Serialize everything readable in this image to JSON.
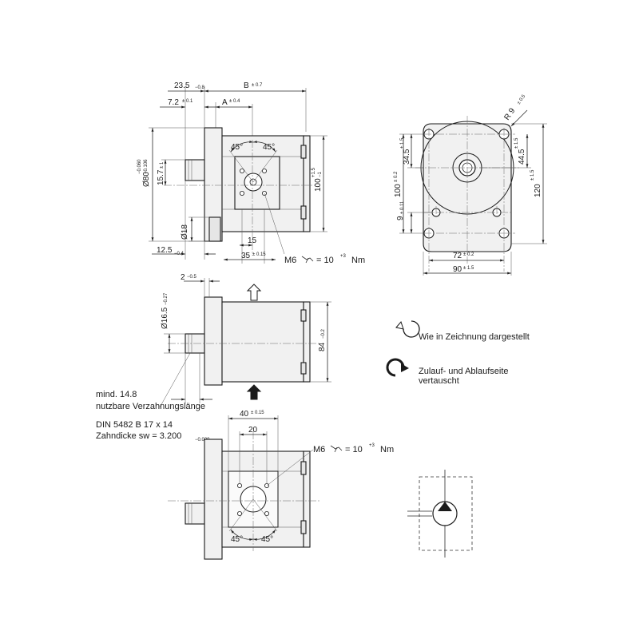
{
  "top_view": {
    "dim_23_5": "23.5",
    "dim_23_5_tol": "−0.8",
    "dim_b": "B",
    "dim_b_tol": "± 0.7",
    "dim_7_2": "7.2",
    "dim_7_2_tol": "± 0.1",
    "dim_a": "A",
    "dim_a_tol": "± 0.4",
    "angle_left": "45°",
    "angle_right": "45°",
    "dim_80": "Ø80",
    "dim_80_tol_hi": "−0.060",
    "dim_80_tol_lo": "−0.106",
    "dim_15_7": "15.7",
    "dim_15_7_tol": "± 1",
    "dim_100": "100",
    "dim_100_tol_hi": "+1.5",
    "dim_100_tol_lo": "−1",
    "dim_18": "Ø18",
    "dim_12_5": "12.5",
    "dim_12_5_tol": "−0.4",
    "dim_15": "15",
    "dim_35": "35",
    "dim_35_tol": "± 0.15",
    "m6": "M6",
    "torque": "= 10",
    "torque_tol": "+3",
    "torque_unit": "Nm"
  },
  "front_view": {
    "dim_r9": "R 9",
    "dim_r9_tol": "± 0.5",
    "dim_34_5": "34.5",
    "dim_34_5_tol": "± 1.5",
    "dim_44_5": "44.5",
    "dim_44_5_tol": "± 1.5",
    "dim_100": "100",
    "dim_100_tol": "± 0.2",
    "dim_120": "120",
    "dim_120_tol": "± 1.5",
    "dim_9": "9",
    "dim_9_tol": "± 0.11",
    "dim_72": "72",
    "dim_72_tol": "± 0.2",
    "dim_90": "90",
    "dim_90_tol": "± 1.5"
  },
  "side_view": {
    "dim_2": "2",
    "dim_2_tol": "−0.5",
    "dim_16_5": "Ø16.5",
    "dim_16_5_tol": "−0.27",
    "dim_84": "84",
    "dim_84_tol": "−0.2",
    "note_line1": "mind. 14.8",
    "note_line2": "nutzbare Verzahnungslänge",
    "note_line3": "DIN 5482  B 17 x 14",
    "note_line4": "Zahndicke sw = 3.200",
    "note_line4_tol": "−0.030"
  },
  "legend": {
    "ccw": "Wie in Zeichnung dargestellt",
    "cw_line1": "Zulauf- und Ablaufseite",
    "cw_line2": "vertauscht"
  },
  "bottom_view": {
    "dim_40": "40",
    "dim_40_tol": "± 0.15",
    "dim_20": "20",
    "m6": "M6",
    "torque": "= 10",
    "torque_tol": "+3",
    "torque_unit": "Nm",
    "angle_left": "45°",
    "angle_right": "45°"
  }
}
